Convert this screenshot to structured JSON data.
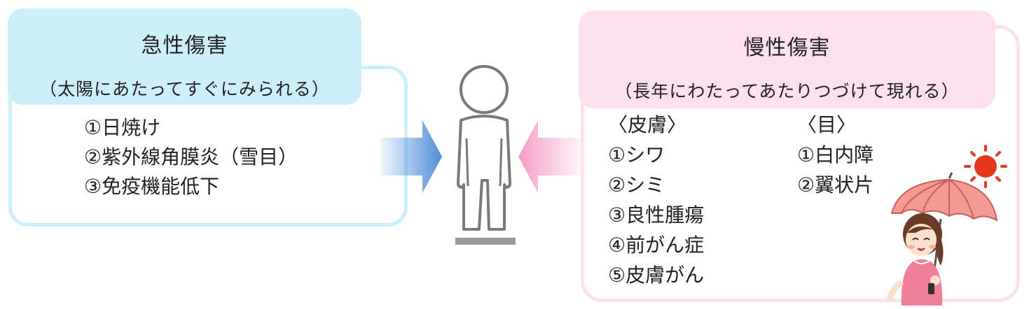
{
  "acute": {
    "title": "急性傷害",
    "subtitle": "（太陽にあたってすぐにみられる）",
    "items": [
      "①日焼け",
      "②紫外線角膜炎（雪目）",
      "③免疫機能低下"
    ]
  },
  "chronic": {
    "title": "慢性傷害",
    "subtitle": "（長年にわたってあたりつづけて現れる）",
    "skin": {
      "heading": "〈皮膚〉",
      "items": [
        "①シワ",
        "②シミ",
        "③良性腫瘍",
        "④前がん症",
        "⑤皮膚がん"
      ]
    },
    "eye": {
      "heading": "〈目〉",
      "items": [
        "①白内障",
        "②翼状片"
      ]
    }
  },
  "colors": {
    "acute_panel": "#cdeefb",
    "chronic_panel": "#fde0ee",
    "acute_arrow": "#4f8fd8",
    "chronic_arrow": "#f7a8cd",
    "sun": "#e8391d"
  }
}
